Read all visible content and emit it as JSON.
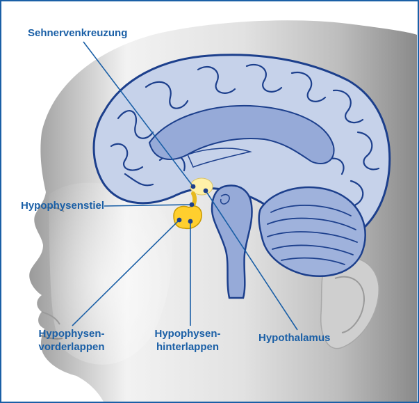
{
  "labels": {
    "optic_chiasm": "Sehnervenkreuzung",
    "pituitary_stalk": "Hypophysenstiel",
    "anterior_lobe_line1": "Hypophysen-",
    "anterior_lobe_line2": "vorderlappen",
    "posterior_lobe_line1": "Hypophysen-",
    "posterior_lobe_line2": "hinterlappen",
    "hypothalamus": "Hypothalamus"
  },
  "colors": {
    "label_text": "#1a5fa6",
    "leader_line": "#1a5fa6",
    "frame": "#1a5fa6",
    "brain_fill": "#c6d2ea",
    "brain_outline": "#1c3f8c",
    "brain_inner": "#96aad8",
    "cerebellum_fill": "#9fb2dc",
    "pituitary_fill": "#ffcf2e",
    "hypothalamus_fill": "#fff1a8",
    "skin_light": "#f4f4f4",
    "skin_dark": "#8a8a8a"
  }
}
